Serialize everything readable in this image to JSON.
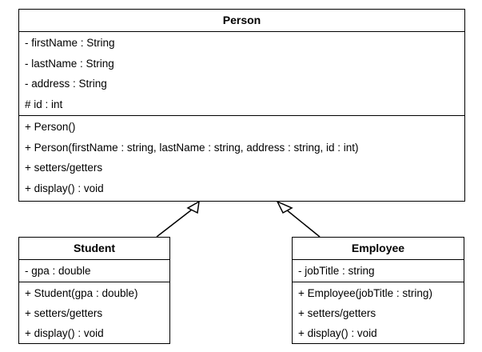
{
  "diagram": {
    "classes": {
      "person": {
        "name": "Person",
        "attributes": [
          "- firstName : String",
          "- lastName : String",
          "- address : String",
          "# id : int"
        ],
        "methods": [
          "+ Person()",
          "+ Person(firstName : string, lastName : string, address : string, id : int)",
          "+ setters/getters",
          "+ display() : void"
        ]
      },
      "student": {
        "name": "Student",
        "attributes": [
          "- gpa : double"
        ],
        "methods": [
          "+ Student(gpa : double)",
          "+ setters/getters",
          "+ display() : void"
        ]
      },
      "employee": {
        "name": "Employee",
        "attributes": [
          "- jobTitle : string"
        ],
        "methods": [
          "+ Employee(jobTitle : string)",
          "+ setters/getters",
          "+ display() : void"
        ]
      }
    },
    "relationships": [
      {
        "type": "inheritance",
        "from": "Student",
        "to": "Person"
      },
      {
        "type": "inheritance",
        "from": "Employee",
        "to": "Person"
      }
    ]
  }
}
